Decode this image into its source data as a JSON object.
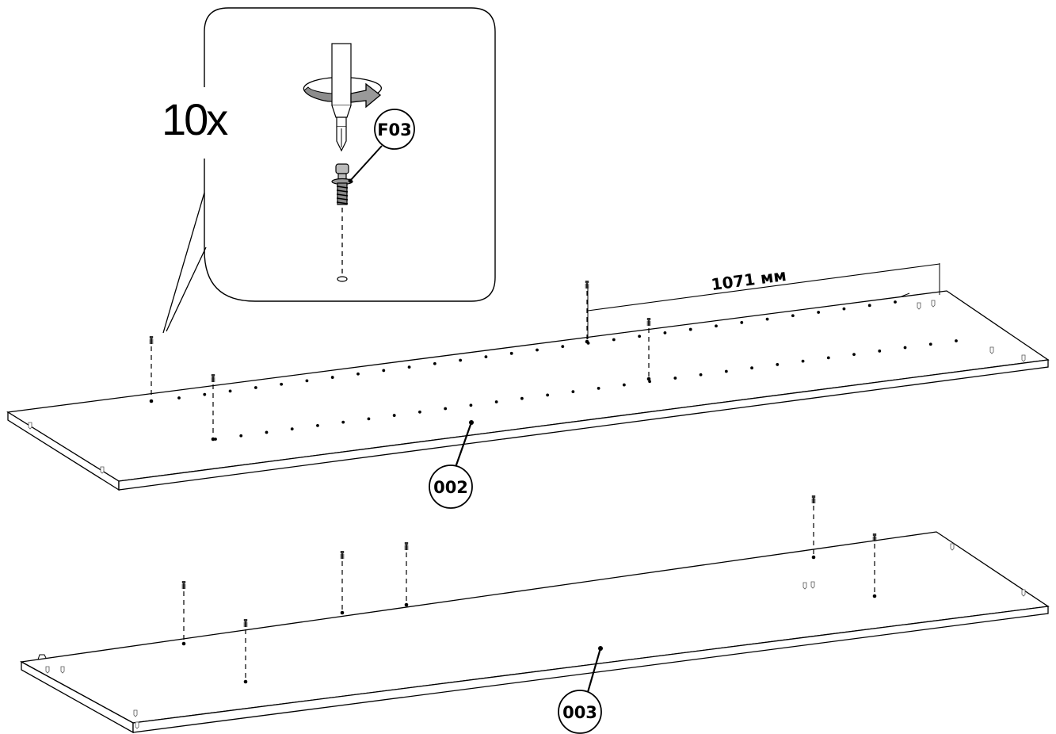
{
  "step": {
    "quantity_label": "10x",
    "fastener_code": "F03",
    "dimension_label": "1071 мм"
  },
  "parts": [
    {
      "code": "002"
    },
    {
      "code": "003"
    }
  ]
}
